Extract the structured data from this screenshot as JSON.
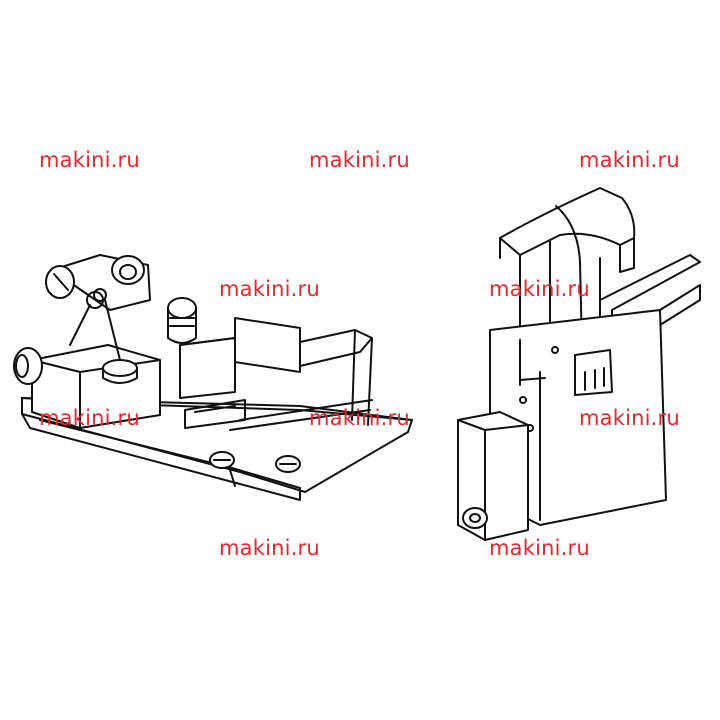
{
  "watermarks": [
    "makini.ru",
    "makini.ru",
    "makini.ru",
    "makini.ru",
    "makini.ru",
    "makini.ru",
    "makini.ru",
    "makini.ru",
    "makini.ru",
    "makini.ru"
  ],
  "colors": {
    "background": "#ffffff",
    "line": "#111111",
    "watermark": "#e8262b"
  }
}
